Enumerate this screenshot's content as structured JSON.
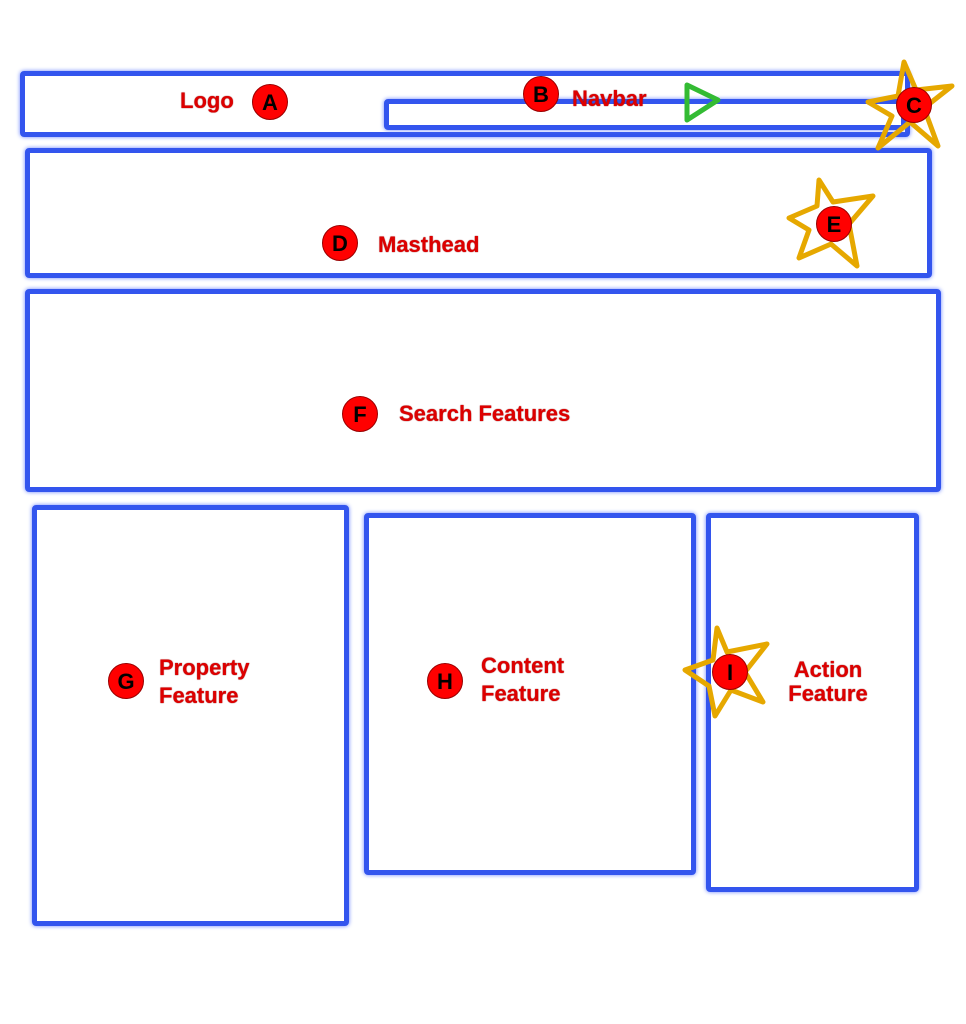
{
  "diagram": {
    "regions": [
      {
        "id": "A",
        "label": "Logo"
      },
      {
        "id": "B",
        "label": "Navbar"
      },
      {
        "id": "C",
        "label": ""
      },
      {
        "id": "D",
        "label": "Masthead"
      },
      {
        "id": "E",
        "label": ""
      },
      {
        "id": "F",
        "label": "Search Features"
      },
      {
        "id": "G",
        "label": "Property",
        "label_overlap": "Feature"
      },
      {
        "id": "H",
        "label": "Content",
        "label_overlap": "Feature"
      },
      {
        "id": "I",
        "label": "Action Feature"
      }
    ],
    "colors": {
      "box": "#3355ee",
      "marker": "#ff0000",
      "label": "#dd0000",
      "star": "#e6a800",
      "triangle": "#33bb33"
    }
  }
}
